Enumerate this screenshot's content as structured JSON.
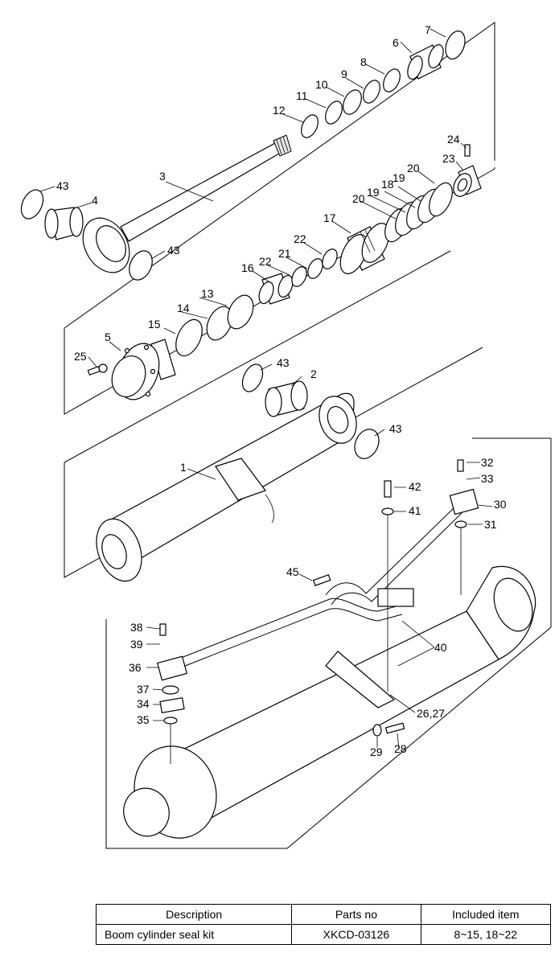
{
  "callouts": {
    "c1": "1",
    "c2": "2",
    "c3": "3",
    "c4": "4",
    "c5": "5",
    "c6": "6",
    "c7": "7",
    "c8": "8",
    "c9": "9",
    "c10": "10",
    "c11": "11",
    "c12": "12",
    "c13": "13",
    "c14": "14",
    "c15": "15",
    "c16": "16",
    "c17": "17",
    "c18": "18",
    "c19": "19",
    "c20": "20",
    "c21": "21",
    "c22": "22",
    "c23": "23",
    "c24": "24",
    "c25": "25",
    "c2627": "26,27",
    "c28": "28",
    "c29": "29",
    "c30": "30",
    "c31": "31",
    "c32": "32",
    "c33": "33",
    "c34": "34",
    "c35": "35",
    "c36": "36",
    "c37": "37",
    "c38": "38",
    "c39": "39",
    "c40": "40",
    "c41": "41",
    "c42": "42",
    "c43": "43",
    "c45": "45"
  },
  "table": {
    "headers": [
      "Description",
      "Parts no",
      "Included item"
    ],
    "rows": [
      [
        "Boom cylinder seal kit",
        "XKCD-03126",
        "8~15, 18~22"
      ]
    ]
  }
}
